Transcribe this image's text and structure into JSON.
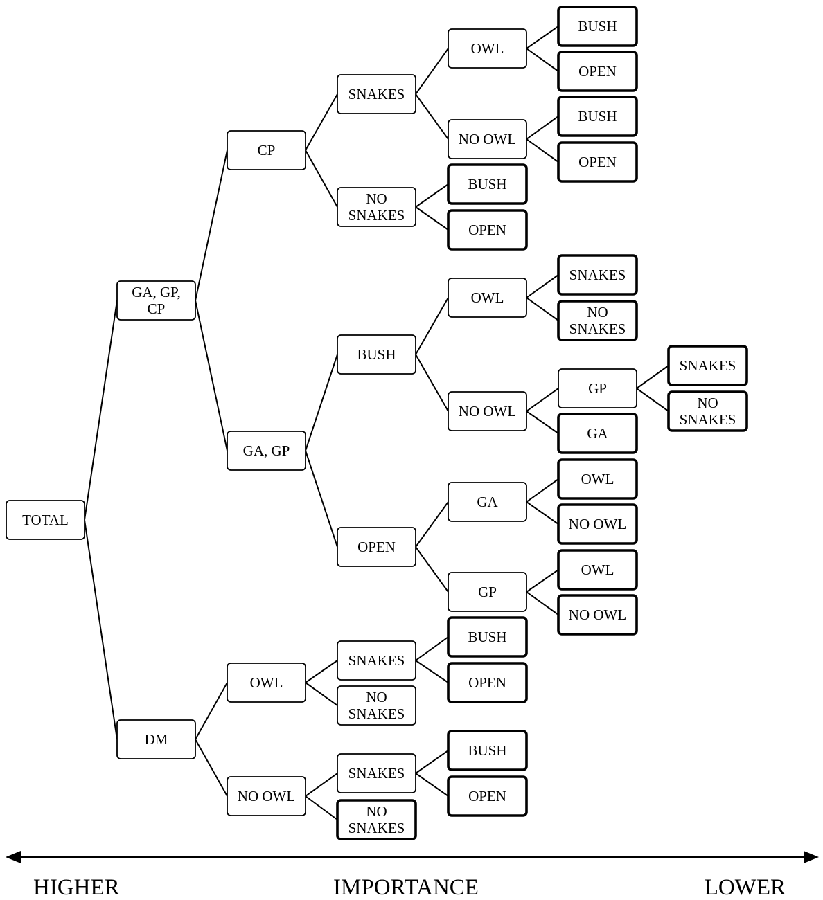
{
  "nodes": [
    {
      "id": "total",
      "lines": [
        "TOTAL"
      ],
      "leaf": false
    },
    {
      "id": "ga-gp-cp",
      "lines": [
        "GA, GP,",
        "CP"
      ],
      "leaf": false
    },
    {
      "id": "dm",
      "lines": [
        "DM"
      ],
      "leaf": false
    },
    {
      "id": "cp",
      "lines": [
        "CP"
      ],
      "leaf": false
    },
    {
      "id": "ga-gp",
      "lines": [
        "GA, GP"
      ],
      "leaf": false
    },
    {
      "id": "dm-owl",
      "lines": [
        "OWL"
      ],
      "leaf": false
    },
    {
      "id": "dm-no-owl",
      "lines": [
        "NO OWL"
      ],
      "leaf": false
    },
    {
      "id": "cp-snakes",
      "lines": [
        "SNAKES"
      ],
      "leaf": false
    },
    {
      "id": "cp-no-snakes",
      "lines": [
        "NO",
        "SNAKES"
      ],
      "leaf": false
    },
    {
      "id": "gagp-bush",
      "lines": [
        "BUSH"
      ],
      "leaf": false
    },
    {
      "id": "gagp-open",
      "lines": [
        "OPEN"
      ],
      "leaf": false
    },
    {
      "id": "dmowl-snakes",
      "lines": [
        "SNAKES"
      ],
      "leaf": false
    },
    {
      "id": "dmowl-no-snakes",
      "lines": [
        "NO",
        "SNAKES"
      ],
      "leaf": false
    },
    {
      "id": "dmnoowl-snakes",
      "lines": [
        "SNAKES"
      ],
      "leaf": false
    },
    {
      "id": "dmnoowl-no-snakes",
      "lines": [
        "NO",
        "SNAKES"
      ],
      "leaf": true
    },
    {
      "id": "cps-owl",
      "lines": [
        "OWL"
      ],
      "leaf": false
    },
    {
      "id": "cps-no-owl",
      "lines": [
        "NO OWL"
      ],
      "leaf": false
    },
    {
      "id": "cpns-bush",
      "lines": [
        "BUSH"
      ],
      "leaf": true
    },
    {
      "id": "cpns-open",
      "lines": [
        "OPEN"
      ],
      "leaf": true
    },
    {
      "id": "bush-owl",
      "lines": [
        "OWL"
      ],
      "leaf": false
    },
    {
      "id": "bush-no-owl",
      "lines": [
        "NO OWL"
      ],
      "leaf": false
    },
    {
      "id": "open-ga",
      "lines": [
        "GA"
      ],
      "leaf": false
    },
    {
      "id": "open-gp",
      "lines": [
        "GP"
      ],
      "leaf": false
    },
    {
      "id": "dmows-bush",
      "lines": [
        "BUSH"
      ],
      "leaf": true
    },
    {
      "id": "dmows-open",
      "lines": [
        "OPEN"
      ],
      "leaf": true
    },
    {
      "id": "dmnos-bush",
      "lines": [
        "BUSH"
      ],
      "leaf": true
    },
    {
      "id": "dmnos-open",
      "lines": [
        "OPEN"
      ],
      "leaf": true
    },
    {
      "id": "cpso-bush",
      "lines": [
        "BUSH"
      ],
      "leaf": true
    },
    {
      "id": "cpso-open",
      "lines": [
        "OPEN"
      ],
      "leaf": true
    },
    {
      "id": "cpsno-bush",
      "lines": [
        "BUSH"
      ],
      "leaf": true
    },
    {
      "id": "cpsno-open",
      "lines": [
        "OPEN"
      ],
      "leaf": true
    },
    {
      "id": "bo-snakes",
      "lines": [
        "SNAKES"
      ],
      "leaf": true
    },
    {
      "id": "bo-no-snakes",
      "lines": [
        "NO",
        "SNAKES"
      ],
      "leaf": true
    },
    {
      "id": "bno-gp",
      "lines": [
        "GP"
      ],
      "leaf": false
    },
    {
      "id": "bno-ga",
      "lines": [
        "GA"
      ],
      "leaf": true
    },
    {
      "id": "oga-owl",
      "lines": [
        "OWL"
      ],
      "leaf": true
    },
    {
      "id": "oga-no-owl",
      "lines": [
        "NO OWL"
      ],
      "leaf": true
    },
    {
      "id": "ogp-owl",
      "lines": [
        "OWL"
      ],
      "leaf": true
    },
    {
      "id": "ogp-no-owl",
      "lines": [
        "NO OWL"
      ],
      "leaf": true
    },
    {
      "id": "gp-snakes",
      "lines": [
        "SNAKES"
      ],
      "leaf": true
    },
    {
      "id": "gp-no-snakes",
      "lines": [
        "NO",
        "SNAKES"
      ],
      "leaf": true
    }
  ],
  "edges": [
    [
      "total",
      "ga-gp-cp"
    ],
    [
      "total",
      "dm"
    ],
    [
      "ga-gp-cp",
      "cp"
    ],
    [
      "ga-gp-cp",
      "ga-gp"
    ],
    [
      "dm",
      "dm-owl"
    ],
    [
      "dm",
      "dm-no-owl"
    ],
    [
      "cp",
      "cp-snakes"
    ],
    [
      "cp",
      "cp-no-snakes"
    ],
    [
      "ga-gp",
      "gagp-bush"
    ],
    [
      "ga-gp",
      "gagp-open"
    ],
    [
      "dm-owl",
      "dmowl-snakes"
    ],
    [
      "dm-owl",
      "dmowl-no-snakes"
    ],
    [
      "dm-no-owl",
      "dmnoowl-snakes"
    ],
    [
      "dm-no-owl",
      "dmnoowl-no-snakes"
    ],
    [
      "cp-snakes",
      "cps-owl"
    ],
    [
      "cp-snakes",
      "cps-no-owl"
    ],
    [
      "cp-no-snakes",
      "cpns-bush"
    ],
    [
      "cp-no-snakes",
      "cpns-open"
    ],
    [
      "gagp-bush",
      "bush-owl"
    ],
    [
      "gagp-bush",
      "bush-no-owl"
    ],
    [
      "gagp-open",
      "open-ga"
    ],
    [
      "gagp-open",
      "open-gp"
    ],
    [
      "dmowl-snakes",
      "dmows-bush"
    ],
    [
      "dmowl-snakes",
      "dmows-open"
    ],
    [
      "dmnoowl-snakes",
      "dmnos-bush"
    ],
    [
      "dmnoowl-snakes",
      "dmnos-open"
    ],
    [
      "cps-owl",
      "cpso-bush"
    ],
    [
      "cps-owl",
      "cpso-open"
    ],
    [
      "cps-no-owl",
      "cpsno-bush"
    ],
    [
      "cps-no-owl",
      "cpsno-open"
    ],
    [
      "bush-owl",
      "bo-snakes"
    ],
    [
      "bush-owl",
      "bo-no-snakes"
    ],
    [
      "bush-no-owl",
      "bno-gp"
    ],
    [
      "bush-no-owl",
      "bno-ga"
    ],
    [
      "open-ga",
      "oga-owl"
    ],
    [
      "open-ga",
      "oga-no-owl"
    ],
    [
      "open-gp",
      "ogp-owl"
    ],
    [
      "open-gp",
      "ogp-no-owl"
    ],
    [
      "bno-gp",
      "gp-snakes"
    ],
    [
      "bno-gp",
      "gp-no-snakes"
    ]
  ],
  "axis": {
    "left_label": "HIGHER",
    "center_label": "IMPORTANCE",
    "right_label": "LOWER"
  }
}
